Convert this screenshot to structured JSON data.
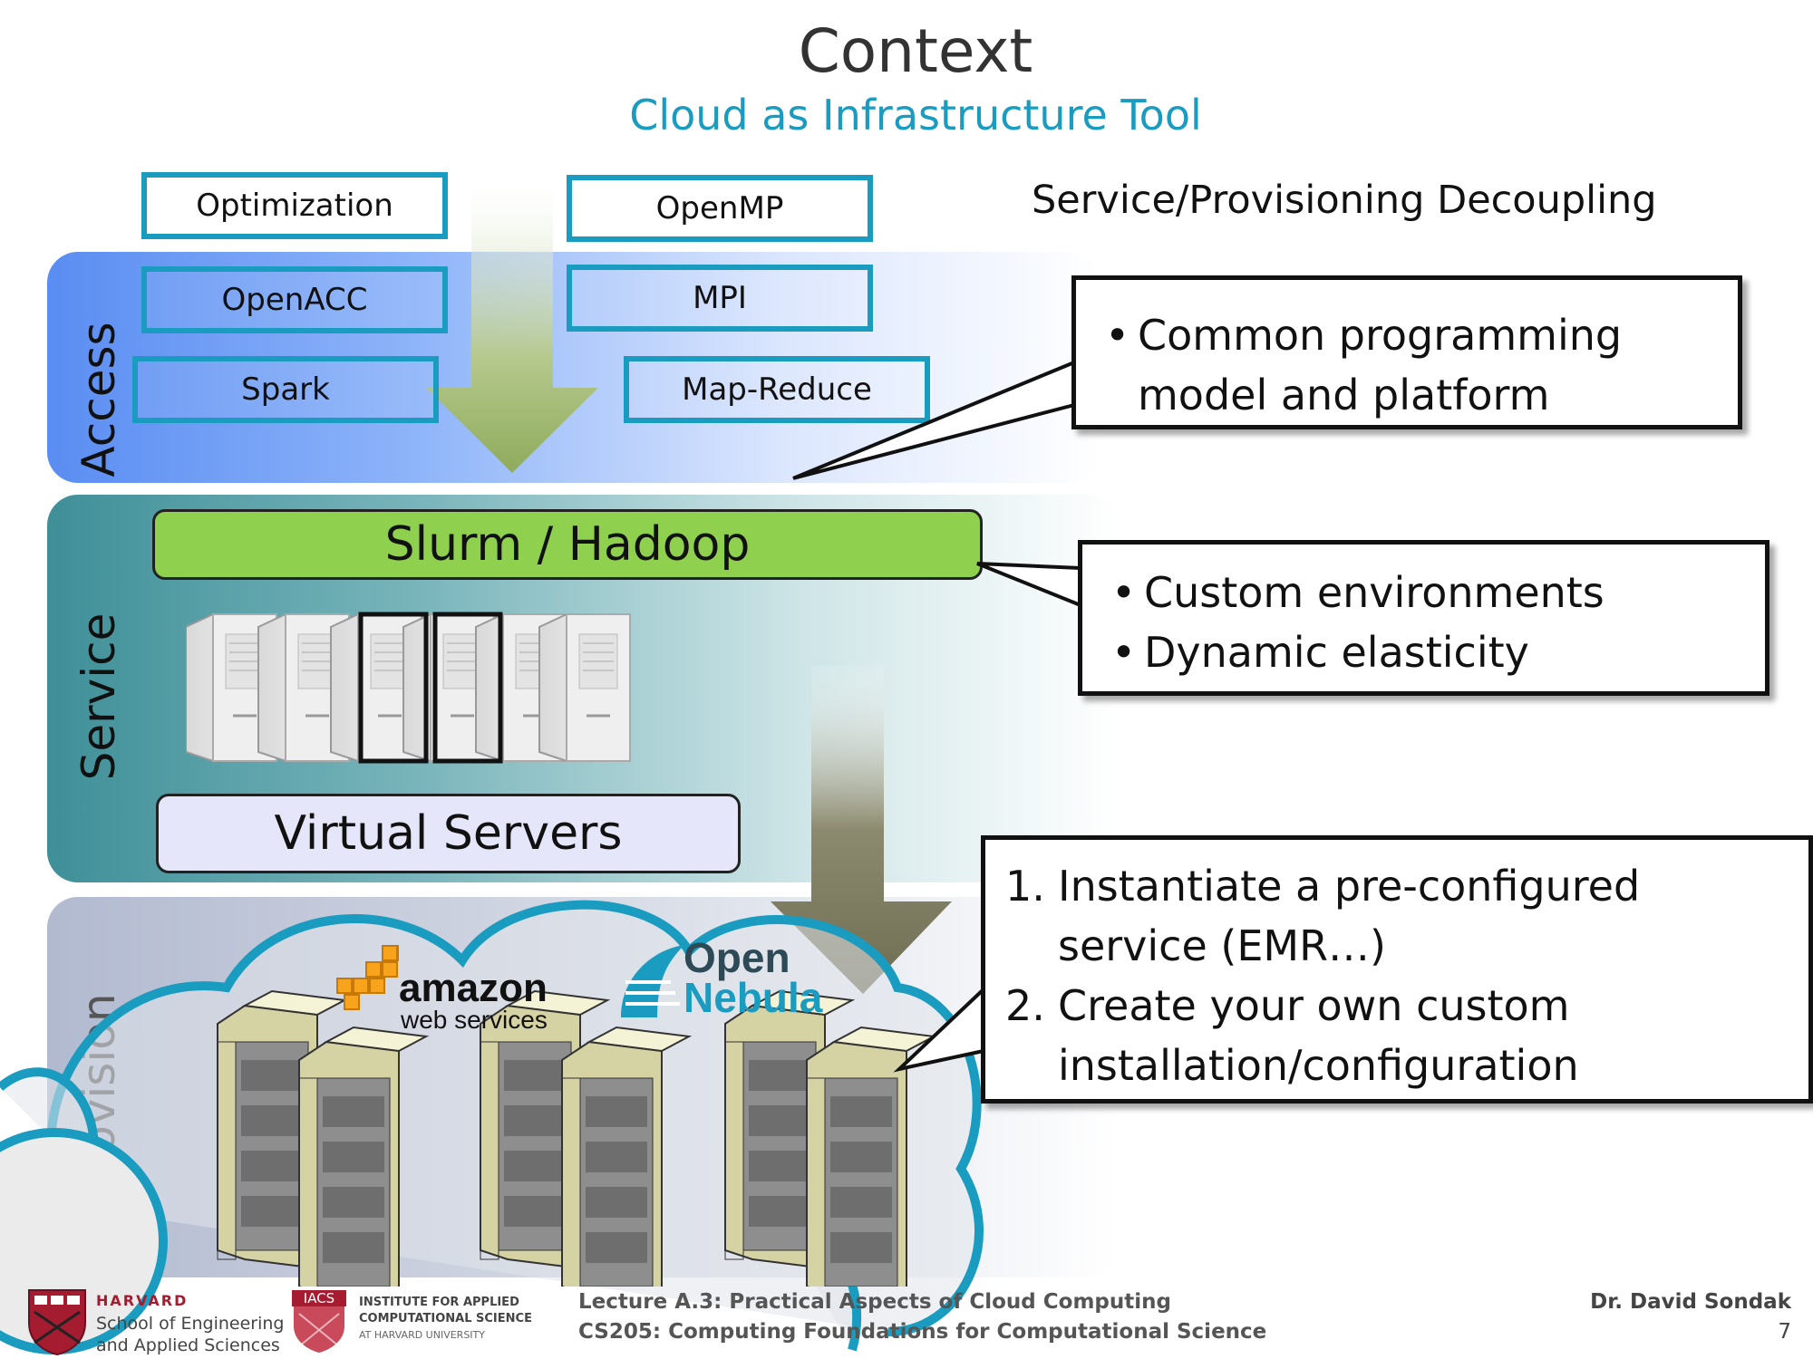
{
  "slide": {
    "title": "Context",
    "subtitle": "Cloud as Infrastructure Tool",
    "decoupling_label": "Service/Provisioning Decoupling",
    "page_number": "7"
  },
  "layers": {
    "access": "Access",
    "service": "Service",
    "provision": "Provision"
  },
  "access_tools": [
    "Optimization",
    "OpenMP",
    "OpenACC",
    "MPI",
    "Spark",
    "Map-Reduce"
  ],
  "service": {
    "scheduler": "Slurm / Hadoop",
    "virtual_servers": "Virtual Servers"
  },
  "providers": {
    "amazon_word": "amazon",
    "amazon_sub": "web services",
    "nebula_open": "Open",
    "nebula_name": "Nebula"
  },
  "callouts": {
    "access": [
      "Common programming model and platform"
    ],
    "service": [
      "Custom environments",
      "Dynamic elasticity"
    ],
    "provision": [
      {
        "n": "1.",
        "text": "Instantiate a pre-configured service (EMR…)"
      },
      {
        "n": "2.",
        "text": "Create your own custom installation/configuration"
      }
    ]
  },
  "footer": {
    "harvard": "HARVARD",
    "seas_line1": "School of Engineering",
    "seas_line2": "and Applied Sciences",
    "iacs_badge": "IACS",
    "iacs_line1": "INSTITUTE FOR APPLIED",
    "iacs_line2": "COMPUTATIONAL SCIENCE",
    "iacs_line3": "AT HARVARD UNIVERSITY",
    "lecture": "Lecture A.3: Practical Aspects of Cloud Computing",
    "course": "CS205: Computing Foundations for Computational Science",
    "author": "Dr. David Sondak"
  },
  "colors": {
    "accent": "#1a9bc0",
    "slurm_bar": "#8fd14f",
    "virtual_bar": "#e6e6fa",
    "cloud_outline": "#1a9bc0",
    "rack": "#f0efc8"
  }
}
